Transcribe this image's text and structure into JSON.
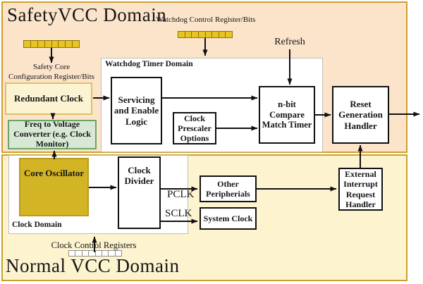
{
  "palette": {
    "safety_domain_bg": "#fce4cb",
    "safety_domain_border": "#d29d2b",
    "normal_domain_bg": "#fdf3cf",
    "normal_domain_border": "#c9a22e",
    "redundant_clock_bg": "#fcf3d2",
    "freq_converter_bg": "#d7e9d5",
    "freq_converter_border": "#69a569",
    "core_oscillator_bg": "#d3b424",
    "register_cell_yellow": "#e7c424",
    "arrow_color": "#111111"
  },
  "safety": {
    "title": "SafetyVCC Domain",
    "core_reg_label": "Safety Core\nConfiguration Register/Bits",
    "watchdog_reg_label": "Watchdog Control Register/Bits",
    "refresh": "Refresh",
    "redundant_clock": "Redundant Clock",
    "freq_converter": "Freq to Voltage\nConverter (e.g. Clock\nMonitor)",
    "reset_handler": "Reset\nGeneration\nHandler",
    "wtd": {
      "label": "Watchdog Timer Domain",
      "servicing": "Servicing\nand Enable\nLogic",
      "prescaler": "Clock\nPrescaler\nOptions",
      "nbit": "n-bit Compare\nMatch Timer"
    }
  },
  "normal": {
    "title": "Normal VCC Domain",
    "clockdomain": {
      "label": "Clock Domain",
      "core_osc": "Core Oscillator",
      "divider": "Clock\nDivider"
    },
    "pclk": "PCLK",
    "sclk": "SCLK",
    "other_periph": "Other\nPeripherials",
    "system_clock": "System Clock",
    "eirh": "External\nInterrupt\nRequest\nHandler",
    "clock_ctrl_label": "Clock Control Registers"
  },
  "registers": {
    "safety_core": {
      "cells": 8
    },
    "watchdog_control": {
      "cells": 8
    },
    "clock_control": {
      "cells": 8
    }
  }
}
